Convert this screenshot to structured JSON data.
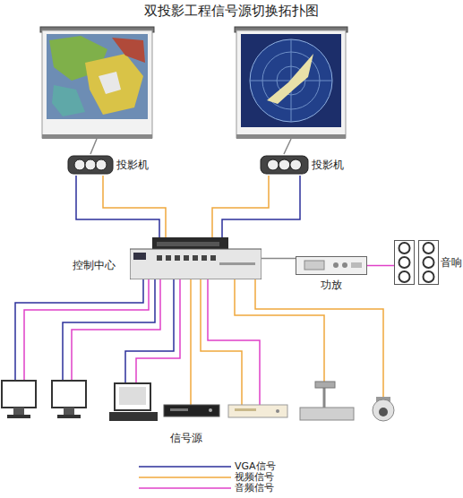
{
  "diagram": {
    "title": "双投影工程信号源切换拓扑图",
    "nodes": [
      {
        "text": [
          "投影机"
        ]
      },
      {
        "text": [
          "投影机"
        ]
      },
      {
        "text": [
          "控制中心"
        ]
      },
      {
        "text": [
          "功放"
        ]
      },
      {
        "text": [
          "音响"
        ]
      }
    ],
    "edges": [
      {
        "from": 0,
        "to": 2,
        "arrow": "none"
      },
      {
        "from": 0,
        "to": 2,
        "arrow": "none"
      },
      {
        "from": 1,
        "to": 2,
        "arrow": "none"
      },
      {
        "from": 1,
        "to": 2,
        "arrow": "none"
      },
      {
        "from": 2,
        "to": 3,
        "arrow": "none"
      },
      {
        "from": 3,
        "to": 4,
        "arrow": "none"
      }
    ],
    "labels": [
      "信号源"
    ],
    "legend": [
      {
        "text": "VGA信号"
      },
      {
        "text": "视频信号"
      },
      {
        "text": "音频信号"
      }
    ]
  }
}
